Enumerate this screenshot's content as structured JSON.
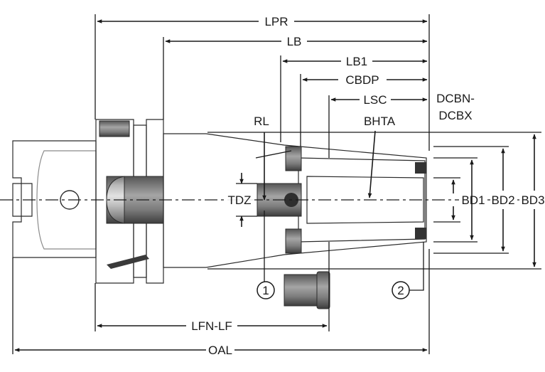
{
  "dimensions": {
    "lpr": "LPR",
    "lb": "LB",
    "lb1": "LB1",
    "cbdp": "CBDP",
    "lsc": "LSC",
    "dcbn_dcbx_line1": "DCBN-",
    "dcbn_dcbx_line2": "DCBX",
    "rl": "RL",
    "bhta": "BHTA",
    "tdz": "TDZ",
    "bd1": "BD1",
    "bd2": "BD2",
    "bd3": "BD3",
    "lfn_lf": "LFN-LF",
    "oal": "OAL"
  },
  "callouts": {
    "item1": "1",
    "item2": "2"
  },
  "colors": {
    "line": "#1a1a1a",
    "body_light": "#c9c9c9",
    "body_mid": "#9a9a9a",
    "body_dark": "#4a4a4a",
    "background": "#ffffff"
  }
}
